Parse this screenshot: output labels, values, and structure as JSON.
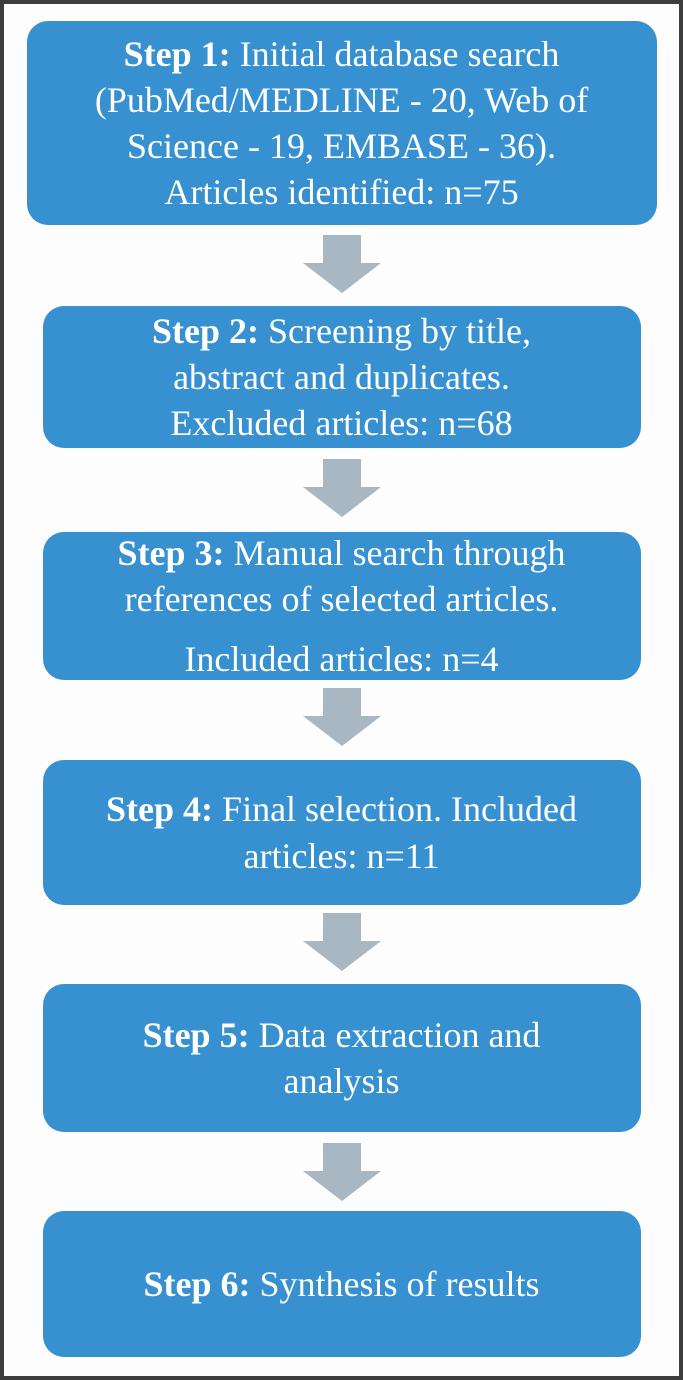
{
  "figure": {
    "description": "Flowchart of article selection process in six steps",
    "background_color": "#fdfdfd",
    "frame_border_color": "#3d3d3d",
    "box_color": "#3790d0",
    "box_text_color": "#ffffff",
    "arrow_color": "#a9b7c3",
    "arrow_icon": "down-arrow"
  },
  "flow": {
    "steps": [
      {
        "label": "Step 1:",
        "lines": [
          "Initial database search",
          "(PubMed/MEDLINE - 20, Web of",
          "Science - 19, EMBASE - 36).",
          "Articles identified: n=75"
        ]
      },
      {
        "label": "Step 2:",
        "lines": [
          "Screening by title,",
          "abstract and duplicates.",
          "Excluded articles: n=68"
        ]
      },
      {
        "label": "Step 3:",
        "lines": [
          "Manual search through",
          "references of selected articles."
        ],
        "second_paragraph": [
          "Included articles: n=4"
        ]
      },
      {
        "label": "Step 4:",
        "lines": [
          "Final selection. Included",
          "articles: n=11"
        ]
      },
      {
        "label": "Step 5:",
        "lines": [
          "Data extraction and",
          "analysis"
        ]
      },
      {
        "label": "Step 6:",
        "lines": [
          "Synthesis of results"
        ]
      }
    ]
  }
}
